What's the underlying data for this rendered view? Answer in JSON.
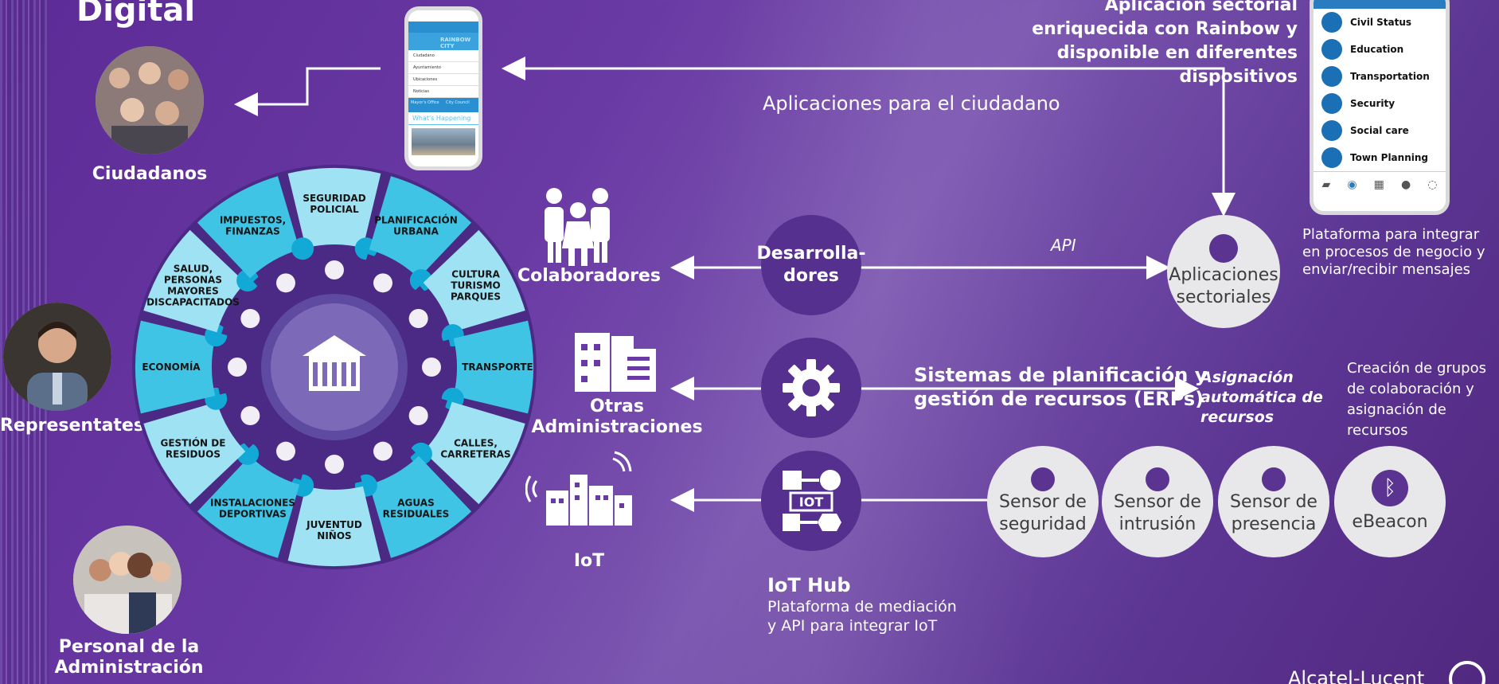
{
  "title": "Digital",
  "people": {
    "citizens": "Ciudadanos",
    "representatives": "Representates",
    "staff": [
      "Personal de la",
      "Administración"
    ]
  },
  "app_caption": {
    "line1": "Aplicación sectorial",
    "line2": "enriquecida con Rainbow y",
    "line3": "disponible en diferentes",
    "line4": "dispositivos"
  },
  "citizen_apps_label": "Aplicaciones para el ciudadano",
  "phone_small": {
    "brand": "RAINBOW CITY",
    "rows": [
      "Ciudadano",
      "Ayuntamiento",
      "Ubicaciones",
      "Noticias"
    ],
    "tiles": [
      "Mayor's Office",
      "City Council"
    ],
    "happening": "What's Happening"
  },
  "phone_large": {
    "items": [
      "Civil Status",
      "Education",
      "Transportation",
      "Security",
      "Social care",
      "Town Planning"
    ]
  },
  "platform_note": [
    "Plataforma para integrar",
    "en procesos de negocio y",
    "enviar/recibir mensajes"
  ],
  "wheel": {
    "segments": [
      "SEGURIDAD|POLICIAL",
      "PLANIFICACIÓN|URBANA",
      "CULTURA|TURISMO|PARQUES",
      "TRANSPORTE",
      "CALLES,|CARRETERAS",
      "AGUAS|RESIDUALES",
      "JUVENTUD|NIÑOS",
      "INSTALACIONES|DEPORTIVAS",
      "GESTIÓN DE|RESIDUOS",
      "ECONOMÍA",
      "SALUD,|PERSONAS|MAYORES|DISCAPACITADOS",
      "IMPUESTOS,|FINANZAS"
    ],
    "colors": {
      "light": "#9fe2f3",
      "mid": "#3fc4e6",
      "dark": "#13a9d7",
      "ring": "#4b2a86",
      "hub": "#5e4aa0"
    }
  },
  "middle": {
    "collaborators": "Colaboradores",
    "other_admins": [
      "Otras",
      "Administraciones"
    ],
    "iot": "IoT",
    "developers": [
      "Desarrolla-",
      "dores"
    ],
    "api": "API",
    "sector_apps": [
      "Aplicaciones",
      "sectoriales"
    ],
    "erp": [
      "Sistemas de planificación y",
      "gestión de recursos (ERPs)"
    ],
    "auto_assign": [
      "Asignación",
      "automática de",
      "recursos"
    ],
    "groups_note": [
      "Creación de grupos",
      "de colaboración y",
      "asignación de",
      "recursos"
    ],
    "iot_hub_title": "IoT Hub",
    "iot_hub_desc": [
      "Plataforma de mediación",
      "y API para integrar IoT"
    ],
    "iot_badge": "IOT"
  },
  "sensors": [
    [
      "Sensor de",
      "seguridad"
    ],
    [
      "Sensor de",
      "intrusión"
    ],
    [
      "Sensor de",
      "presencia"
    ],
    [
      "eBeacon",
      ""
    ]
  ],
  "brand": "Alcatel-Lucent"
}
